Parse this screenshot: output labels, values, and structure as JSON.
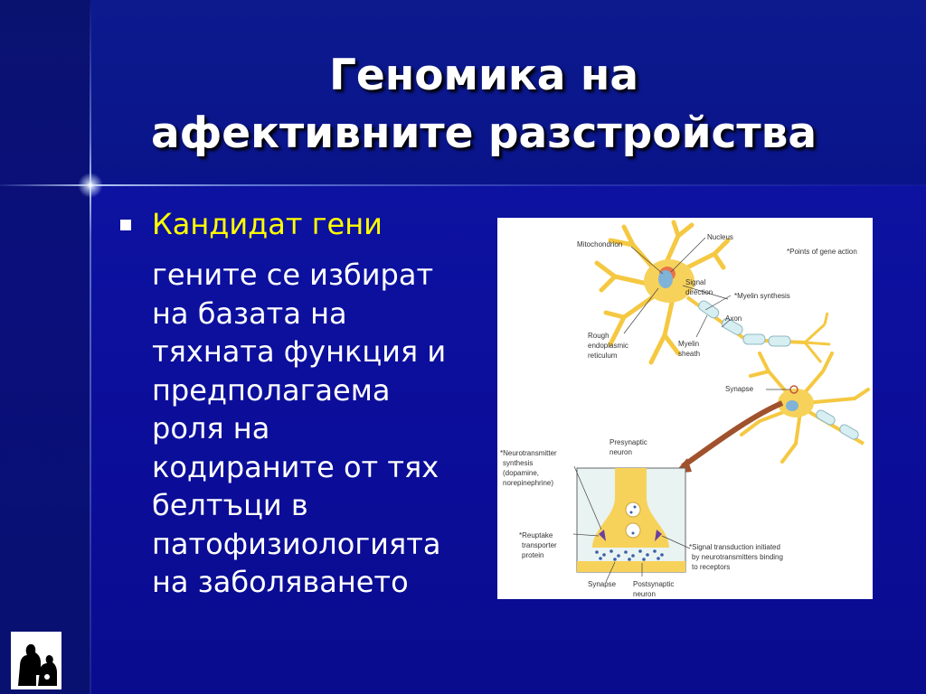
{
  "slide": {
    "title_lines": [
      "Геномика на",
      "афективните разстройства"
    ],
    "bullet": "Кандидат гени",
    "body_lines": [
      "гените се избират",
      "на базата на",
      "тяхната функция и",
      "предполагаема",
      "роля на",
      "кодираните от тях",
      "белтъци в",
      "патофизиологията",
      "на заболяването"
    ]
  },
  "figure": {
    "labels": {
      "mitochondrion": "Mitochondrion",
      "nucleus": "Nucleus",
      "points_gene_action": "*Points of gene action",
      "signal": "Signal",
      "direction": "direction",
      "myelin_synthesis": "*Myelin synthesis",
      "rough": "Rough",
      "endoplasmic": "endoplasmic",
      "reticulum": "reticulum",
      "myelin": "Myelin",
      "sheath": "sheath",
      "axon": "Axon",
      "synapse_top": "Synapse",
      "presynaptic": "Presynaptic",
      "neuron_pre": "neuron",
      "nt_1": "*Neurotransmitter",
      "nt_2": "synthesis",
      "nt_3": "(dopamine,",
      "nt_4": "norepinephrine)",
      "reuptake_1": "*Reuptake",
      "reuptake_2": "transporter",
      "reuptake_3": "protein",
      "st_1": "*Signal transduction initiated",
      "st_2": "by neurotransmitters binding",
      "st_3": "to receptors",
      "synapse_bottom": "Synapse",
      "postsynaptic": "Postsynaptic",
      "neuron_post": "neuron"
    }
  },
  "colors": {
    "title": "#ffffff",
    "bullet_text": "#ffff00",
    "body_text": "#ffffff",
    "background": "#0b0f8a"
  }
}
